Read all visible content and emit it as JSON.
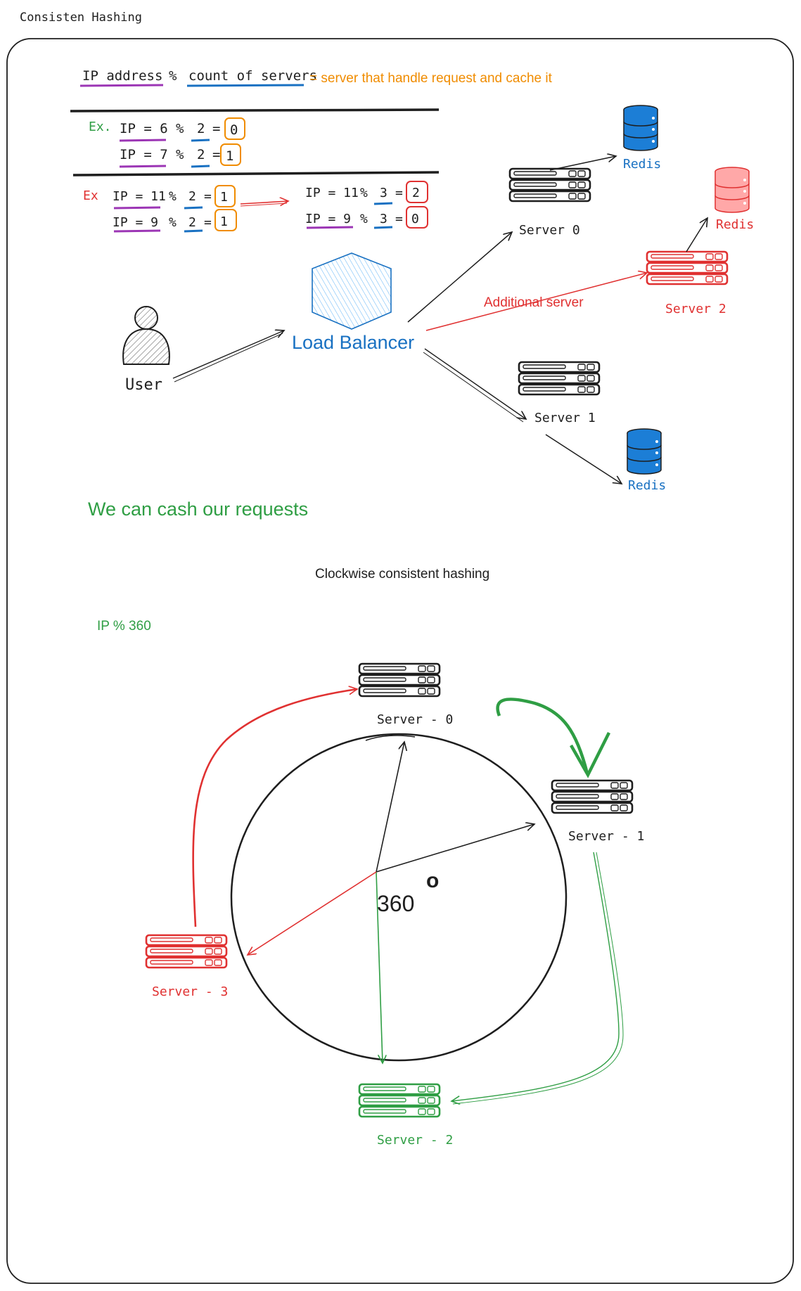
{
  "page_title": "Consisten Hashing",
  "formula": {
    "ip_label": "IP address",
    "mod": "%",
    "count_label": "count of servers",
    "result": "= server that handle request and cache it"
  },
  "example1": {
    "label": "Ex.",
    "rows": [
      {
        "ip": "IP = 6",
        "mod": "%",
        "count": "2",
        "eq": "=",
        "result": "0"
      },
      {
        "ip": "IP = 7",
        "mod": "%",
        "count": "2",
        "eq": "=",
        "result": "1"
      }
    ]
  },
  "example2": {
    "label": "Ex",
    "rows": [
      {
        "ip": "IP = 11",
        "mod": "%",
        "count": "2",
        "eq": "=",
        "result": "1"
      },
      {
        "ip": "IP = 9",
        "mod": "%",
        "count": "2",
        "eq": "=",
        "result": "1"
      }
    ],
    "rows_after": [
      {
        "ip": "IP = 11",
        "mod": "%",
        "count": "3",
        "eq": "=",
        "result": "2"
      },
      {
        "ip": "IP = 9",
        "mod": "%",
        "count": "3",
        "eq": "=",
        "result": "0"
      }
    ]
  },
  "top_diagram": {
    "user_label": "User",
    "lb_label": "Load Balancer",
    "server0_label": "Server 0",
    "server1_label": "Server 1",
    "server2_label": "Server 2",
    "redis0_label": "Redis",
    "redis1_label": "Redis",
    "redis2_label": "Redis",
    "additional_label": "Additional server"
  },
  "cache_note": "We can cash our requests",
  "ring_title": "Clockwise consistent hashing",
  "ring_formula": "IP % 360",
  "ring": {
    "degree_label": "360",
    "degree_symbol": "o",
    "s0": "Server - 0",
    "s1": "Server - 1",
    "s2": "Server - 2",
    "s3": "Server - 3"
  },
  "colors": {
    "black": "#1e1e1e",
    "red": "#e03131",
    "green": "#2f9e44",
    "blue": "#1971c2",
    "purple": "#9c36b5",
    "orange": "#f08c00",
    "redis_blue": "#1c7ed6",
    "redis_red": "#ffa8a8"
  }
}
